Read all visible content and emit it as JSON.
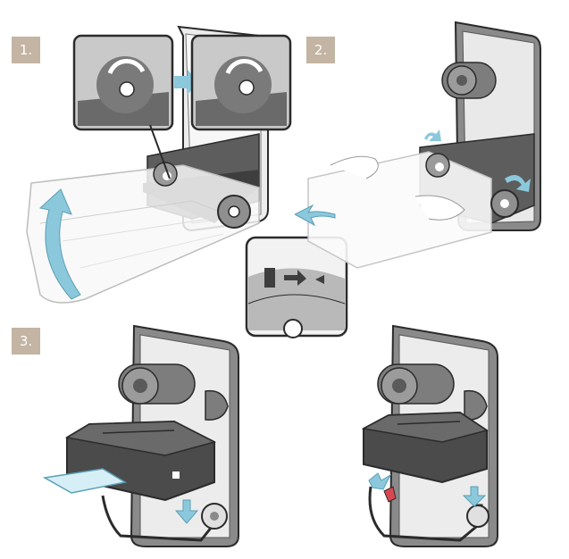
{
  "steps": [
    {
      "label": "1."
    },
    {
      "label": "2."
    },
    {
      "label": "3."
    }
  ],
  "icons": {
    "arrow": "curved-arrow-icon",
    "eject": "eject-arrow-icon",
    "hand": "hand-icon"
  },
  "colors": {
    "badge": "#c3b4a3",
    "arrow": "#8cc8dc",
    "housing_dark": "#4a4a4a",
    "housing_mid": "#6b6b6b",
    "outline": "#2b2b2b",
    "paper": "#d6eef5",
    "red_clip": "#d94650"
  }
}
